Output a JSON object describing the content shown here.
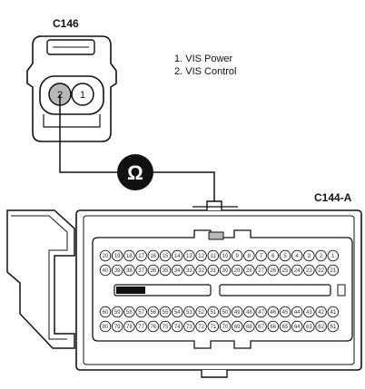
{
  "connector_c146": {
    "label": "C146",
    "pin_2": "2",
    "pin_1": "1"
  },
  "legend": {
    "item_1": "1. VIS Power",
    "item_2": "2. VIS Control"
  },
  "meter": {
    "symbol": "Ω",
    "icon": "ohmmeter-icon"
  },
  "connector_c144a": {
    "label": "C144-A",
    "top_row": [
      "20",
      "19",
      "18",
      "17",
      "16",
      "15",
      "14",
      "13",
      "12",
      "11",
      "10",
      "9",
      "8",
      "7",
      "6",
      "5",
      "4",
      "3",
      "2",
      "1"
    ],
    "row_2": [
      "40",
      "39",
      "38",
      "37",
      "36",
      "35",
      "34",
      "33",
      "32",
      "31",
      "30",
      "29",
      "28",
      "27",
      "26",
      "25",
      "24",
      "23",
      "22",
      "21"
    ],
    "row_3": [
      "60",
      "59",
      "58",
      "57",
      "56",
      "55",
      "54",
      "53",
      "52",
      "51",
      "50",
      "49",
      "48",
      "47",
      "46",
      "45",
      "44",
      "43",
      "42",
      "41"
    ],
    "bottom_row": [
      "80",
      "79",
      "78",
      "77",
      "76",
      "75",
      "74",
      "73",
      "72",
      "71",
      "70",
      "69",
      "68",
      "67",
      "66",
      "65",
      "64",
      "63",
      "62",
      "61"
    ]
  },
  "colors": {
    "line": "#111111",
    "pin_highlight": "#b8b8b8",
    "meter_fill": "#111111",
    "meter_text": "#ffffff"
  }
}
